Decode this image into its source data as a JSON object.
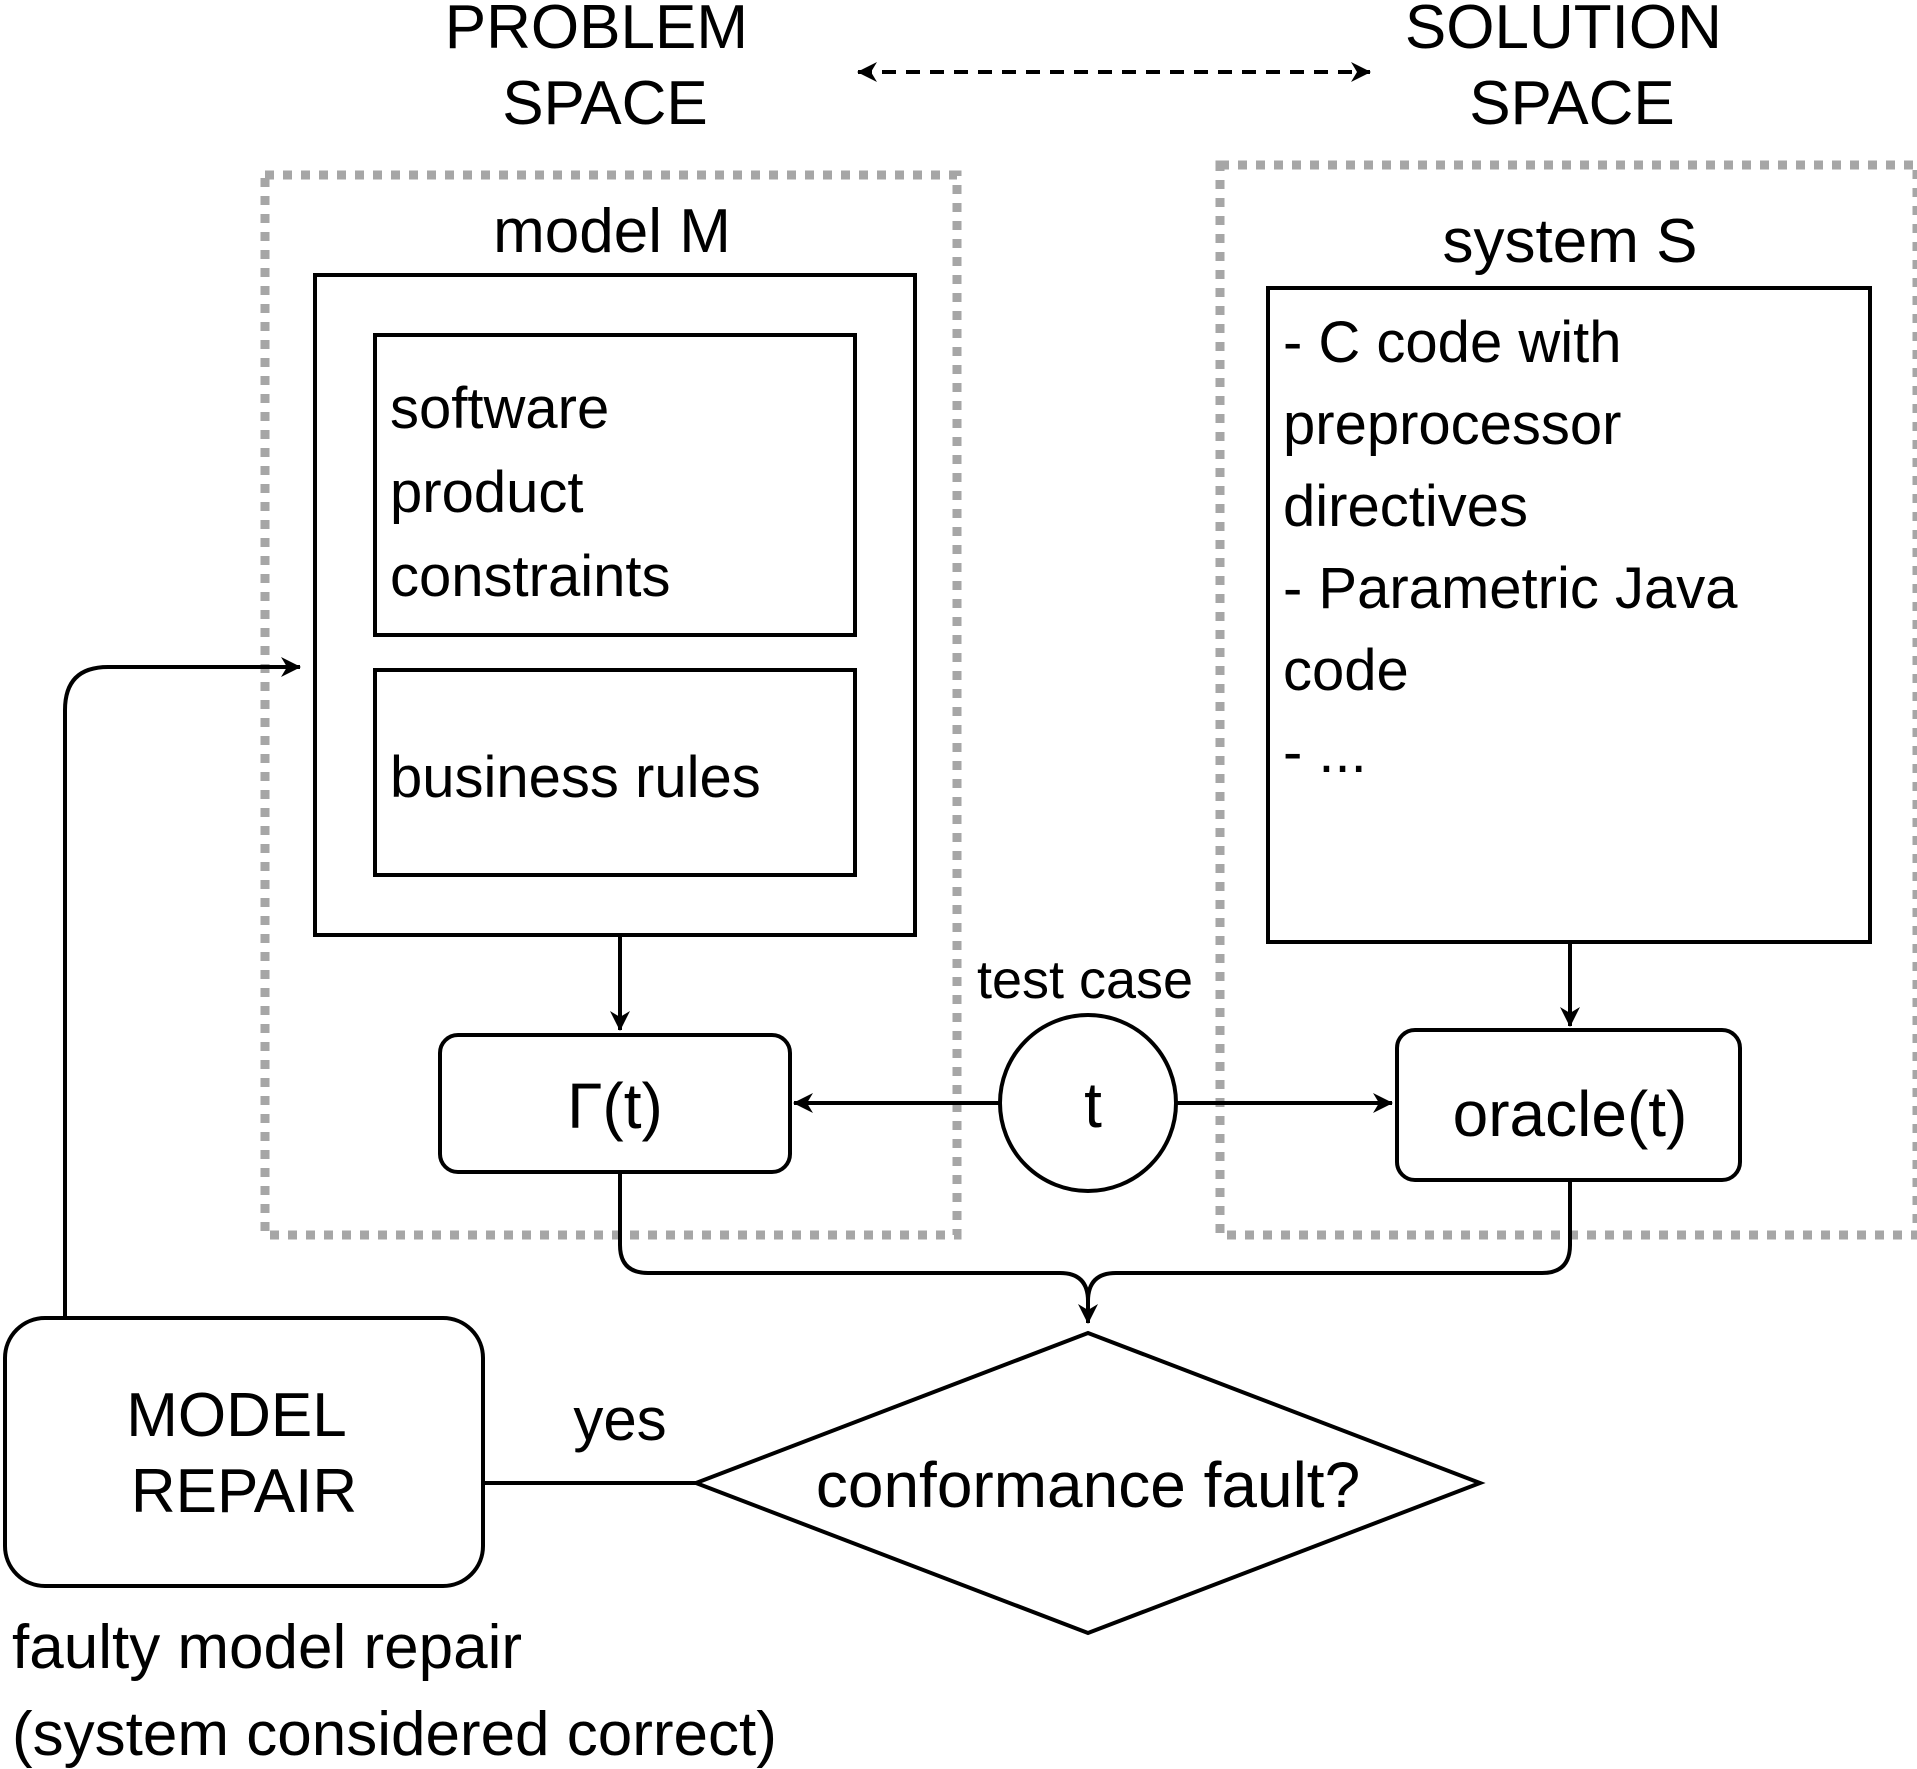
{
  "headers": {
    "problem_space": [
      "PROBLEM",
      "SPACE"
    ],
    "solution_space": [
      "SOLUTION",
      "SPACE"
    ]
  },
  "model": {
    "title": "model M",
    "constraints": [
      "software",
      "product",
      "constraints"
    ],
    "business_rules": "business rules"
  },
  "system": {
    "title": "system S",
    "lines": [
      "- C code with",
      "preprocessor",
      "directives",
      "",
      "- Parametric Java",
      "code",
      "",
      "- ..."
    ]
  },
  "gamma_label": "Γ(t)",
  "test_case": {
    "caption": "test case",
    "symbol": "t"
  },
  "oracle_label": "oracle(t)",
  "decision": {
    "question": "conformance fault?",
    "yes_label": "yes"
  },
  "repair": {
    "label": [
      "MODEL",
      "REPAIR"
    ],
    "caption": "faulty model repair",
    "subcaption": "(system considered correct)"
  }
}
